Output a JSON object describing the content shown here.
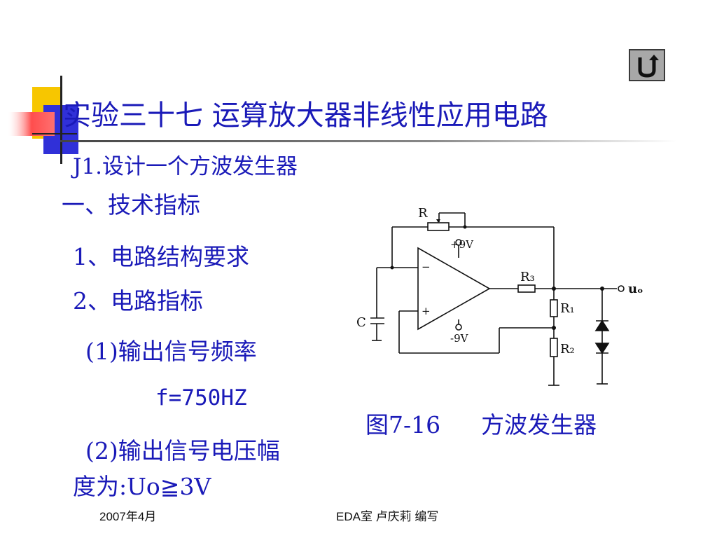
{
  "slide": {
    "title": "实验三十七  运算放大器非线性应用电路",
    "subtitle": "J1.设计一个方波发生器",
    "section_heading": "一、技术指标",
    "item1": "1、电路结构要求",
    "item2": "2、电路指标",
    "item3": "(1)输出信号频率",
    "frequency": "f=750HZ",
    "item4": "(2)输出信号电压幅",
    "item4_cont": "度为:Uo≧3V",
    "text_color": "#1a1ab8"
  },
  "figure": {
    "caption_number": "图7-16",
    "caption_text": "方波发生器",
    "labels": {
      "r": "R",
      "r3": "R₃",
      "r1": "R₁",
      "r2": "R₂",
      "c": "C",
      "vplus": "+9V",
      "vminus": "-9V",
      "minus_input": "−",
      "plus_input": "+",
      "output": "uₒ"
    }
  },
  "footer": {
    "date": "2007年4月",
    "credit": "EDA室  卢庆莉  编写"
  },
  "nav": {
    "back_icon": "return-arrow-icon"
  }
}
